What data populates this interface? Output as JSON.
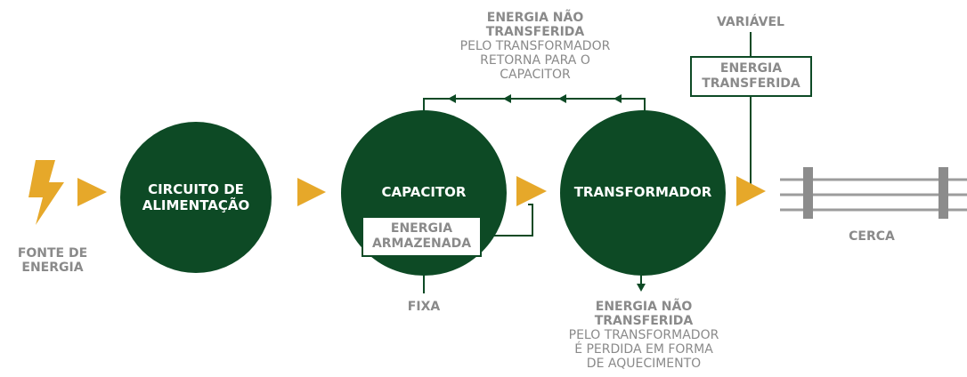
{
  "colors": {
    "green": "#0d4a25",
    "yellow": "#e6a82a",
    "gray": "#8a8a8a",
    "fence": "#8c8c8c"
  },
  "icons": {
    "power": "lightning-bolt-icon",
    "flow": "triangle-arrow-icon"
  },
  "power_source": {
    "line1": "FONTE DE",
    "line2": "ENERGIA"
  },
  "circles": {
    "feeder": {
      "line1": "CIRCUITO DE",
      "line2": "ALIMENTAÇÃO"
    },
    "capacitor": {
      "label": "CAPACITOR"
    },
    "transformer": {
      "label": "TRANSFORMADOR"
    }
  },
  "stored_box": {
    "line1": "ENERGIA",
    "line2": "ARMAZENADA"
  },
  "fixed_label": "FIXA",
  "returned": {
    "bold1": "ENERGIA NÃO",
    "bold2": "TRANSFERIDA",
    "line1": "PELO TRANSFORMADOR",
    "line2": "RETORNA PARA O",
    "line3": "CAPACITOR"
  },
  "lost": {
    "bold1": "ENERGIA NÃO",
    "bold2": "TRANSFERIDA",
    "line1": "PELO TRANSFORMADOR",
    "line2": "É PERDIDA EM FORMA",
    "line3": "DE AQUECIMENTO"
  },
  "variable_label": "VARIÁVEL",
  "transferred_box": {
    "line1": "ENERGIA",
    "line2": "TRANSFERIDA"
  },
  "fence_label": "CERCA"
}
